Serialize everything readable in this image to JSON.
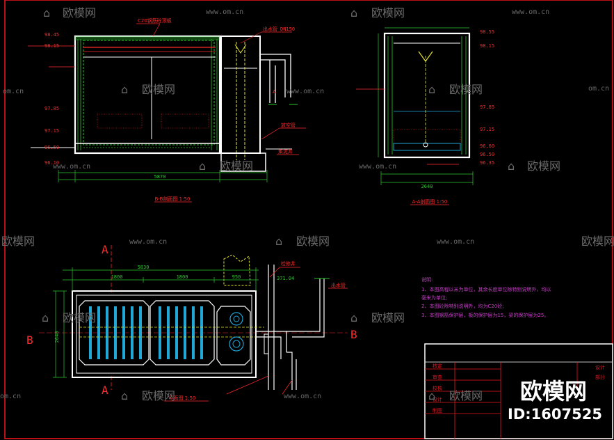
{
  "watermark": {
    "brand": "欧模网",
    "url": "www.om.cn",
    "partial_url": "om.cn"
  },
  "drawings": {
    "section_bb_title": "B-B剖面图 1:50",
    "section_aa_title": "A-A剖面图 1:50",
    "plan_title": "平面图 1:50",
    "section_mark_a": "A",
    "section_mark_b": "B"
  },
  "elevations_left": [
    "98.45",
    "98.15",
    "97.85",
    "97.15",
    "96.50",
    "96.10"
  ],
  "elevations_right": [
    "98.55",
    "98.15",
    "97.85",
    "97.15",
    "96.60",
    "96.50",
    "96.35"
  ],
  "dims": {
    "bb_total": "5870",
    "aa_total": "2640",
    "plan_total": "5830",
    "plan_seg_1": "1800",
    "plan_seg_2": "1800",
    "plan_seg_3": "950",
    "plan_depth": "2640",
    "top_pipe": "DN150",
    "side_pipe": "371.04"
  },
  "notes": {
    "heading": "说明:",
    "line1": "1、本图高程以米为单位，其余长度单位除特别说明外，均以",
    "line1b": "毫米为单位;",
    "line2": "2、本图砼除特别说明外，均为C20砼;",
    "line3": "3、本图钢筋保护层，板的保护层为15，梁的保护层为25。"
  },
  "title_block": {
    "row1": "核定",
    "row2": "审查",
    "row3": "校核",
    "row4": "设计",
    "row5": "制图",
    "right_top": "设计",
    "right_sub": "部分",
    "brand": "欧模网",
    "id": "ID:1607525"
  },
  "colors": {
    "frame": "#e8141e",
    "structure": "#ffffff",
    "hatch": "#2ec82e",
    "dims": "#2ec82e",
    "water": "#1fa7d8",
    "labels_red": "#ff2a2a",
    "yellow": "#e6e62e",
    "note_text": "#c83cc8"
  }
}
